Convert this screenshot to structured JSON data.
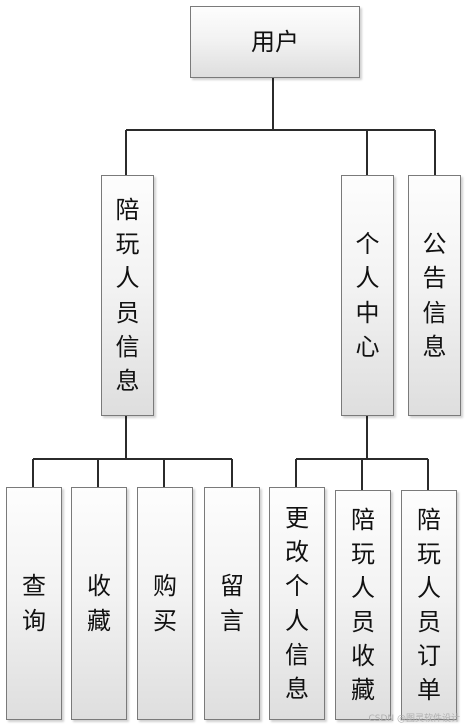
{
  "root": {
    "label": "用户"
  },
  "branches": [
    {
      "label": "陪玩人员信息",
      "children": [
        "查询",
        "收藏",
        "购买",
        "留言"
      ]
    },
    {
      "label": "个人中心",
      "children": [
        "更改个人信息",
        "陪玩人员收藏",
        "陪玩人员订单"
      ]
    },
    {
      "label": "公告信息",
      "children": []
    }
  ],
  "watermark": "CSDN @图灵软件设计"
}
